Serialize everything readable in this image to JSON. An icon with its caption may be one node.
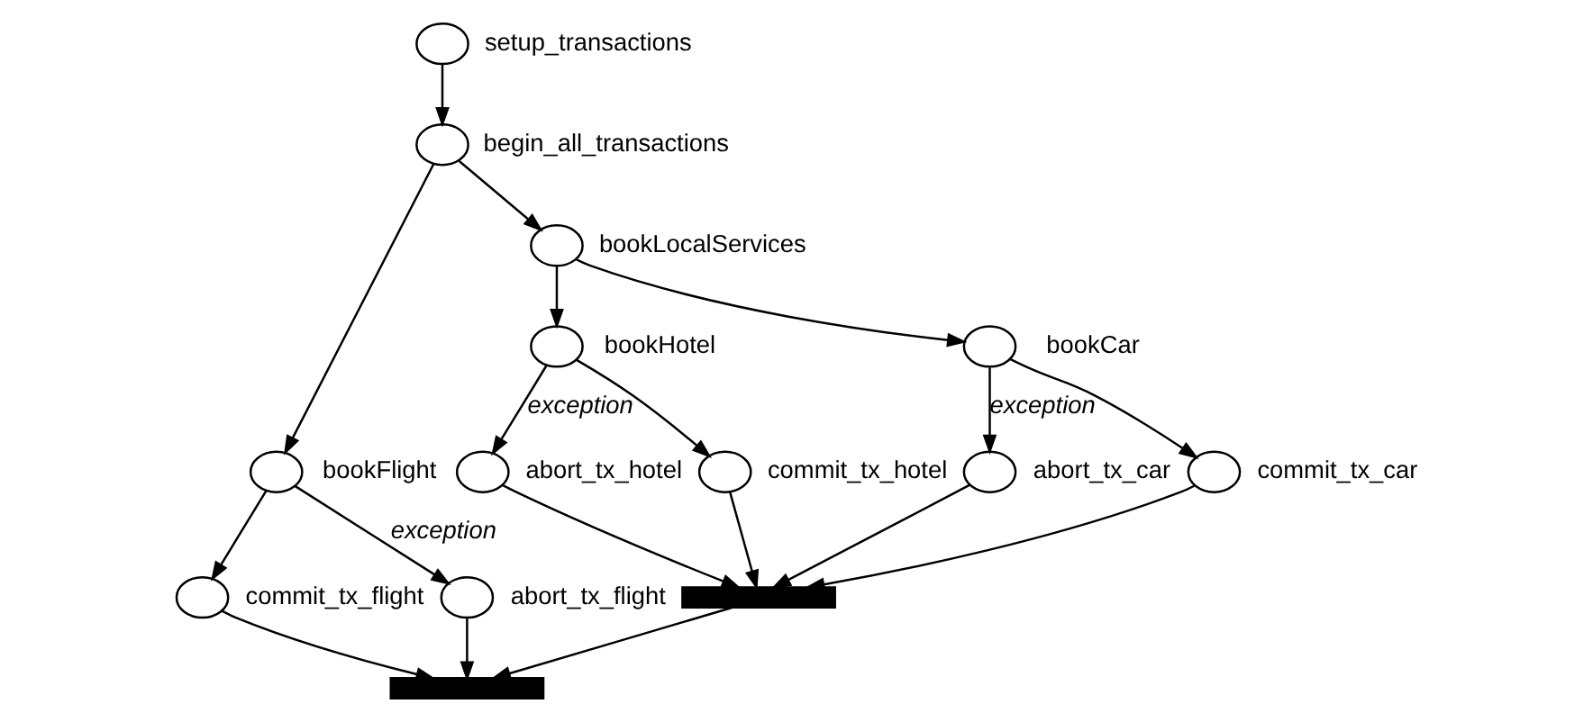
{
  "diagram": {
    "nodes": [
      {
        "text": [],
        "shape": "circle",
        "beside": [
          "setup_transactions"
        ]
      },
      {
        "text": [],
        "shape": "circle",
        "beside": [
          "begin_all_transactions"
        ]
      },
      {
        "text": [],
        "shape": "circle",
        "beside": [
          "bookFlight"
        ]
      },
      {
        "text": [],
        "shape": "circle",
        "beside": [
          "bookLocalServices"
        ]
      },
      {
        "text": [],
        "shape": "circle",
        "beside": [
          "commit_tx_flight"
        ]
      },
      {
        "text": [],
        "shape": "circle",
        "beside": [
          "abort_tx_flight"
        ]
      },
      {
        "text": [],
        "shape": "circle",
        "beside": [
          "bookHotel"
        ]
      },
      {
        "text": [],
        "shape": "circle",
        "beside": [
          "bookCar"
        ]
      },
      {
        "text": [],
        "shape": "circle",
        "beside": [
          "abort_tx_hotel"
        ]
      },
      {
        "text": [],
        "shape": "circle",
        "beside": [
          "commit_tx_hotel"
        ]
      },
      {
        "text": [],
        "shape": "circle",
        "beside": [
          "abort_tx_car"
        ]
      },
      {
        "text": [],
        "shape": "circle",
        "beside": [
          "commit_tx_car"
        ]
      },
      {
        "text": [],
        "shape": "bar"
      },
      {
        "text": [],
        "shape": "bar"
      }
    ],
    "edges": [
      {
        "from": 0,
        "to": 1,
        "arrow": "to"
      },
      {
        "from": 1,
        "to": 2,
        "arrow": "to"
      },
      {
        "from": 1,
        "to": 3,
        "arrow": "to"
      },
      {
        "from": 2,
        "to": 4,
        "arrow": "to"
      },
      {
        "from": 2,
        "to": 5,
        "arrow": "to",
        "label": "exception"
      },
      {
        "from": 3,
        "to": 6,
        "arrow": "to"
      },
      {
        "from": 3,
        "to": 7,
        "arrow": "to"
      },
      {
        "from": 6,
        "to": 8,
        "arrow": "to",
        "label": "exception"
      },
      {
        "from": 6,
        "to": 9,
        "arrow": "to"
      },
      {
        "from": 7,
        "to": 10,
        "arrow": "to",
        "label": "exception"
      },
      {
        "from": 7,
        "to": 11,
        "arrow": "to"
      },
      {
        "from": 8,
        "to": 12,
        "arrow": "to"
      },
      {
        "from": 9,
        "to": 12,
        "arrow": "to"
      },
      {
        "from": 10,
        "to": 12,
        "arrow": "to"
      },
      {
        "from": 11,
        "to": 12,
        "arrow": "to"
      },
      {
        "from": 4,
        "to": 13,
        "arrow": "to"
      },
      {
        "from": 5,
        "to": 13,
        "arrow": "to"
      },
      {
        "from": 12,
        "to": 13,
        "arrow": "to"
      }
    ]
  }
}
